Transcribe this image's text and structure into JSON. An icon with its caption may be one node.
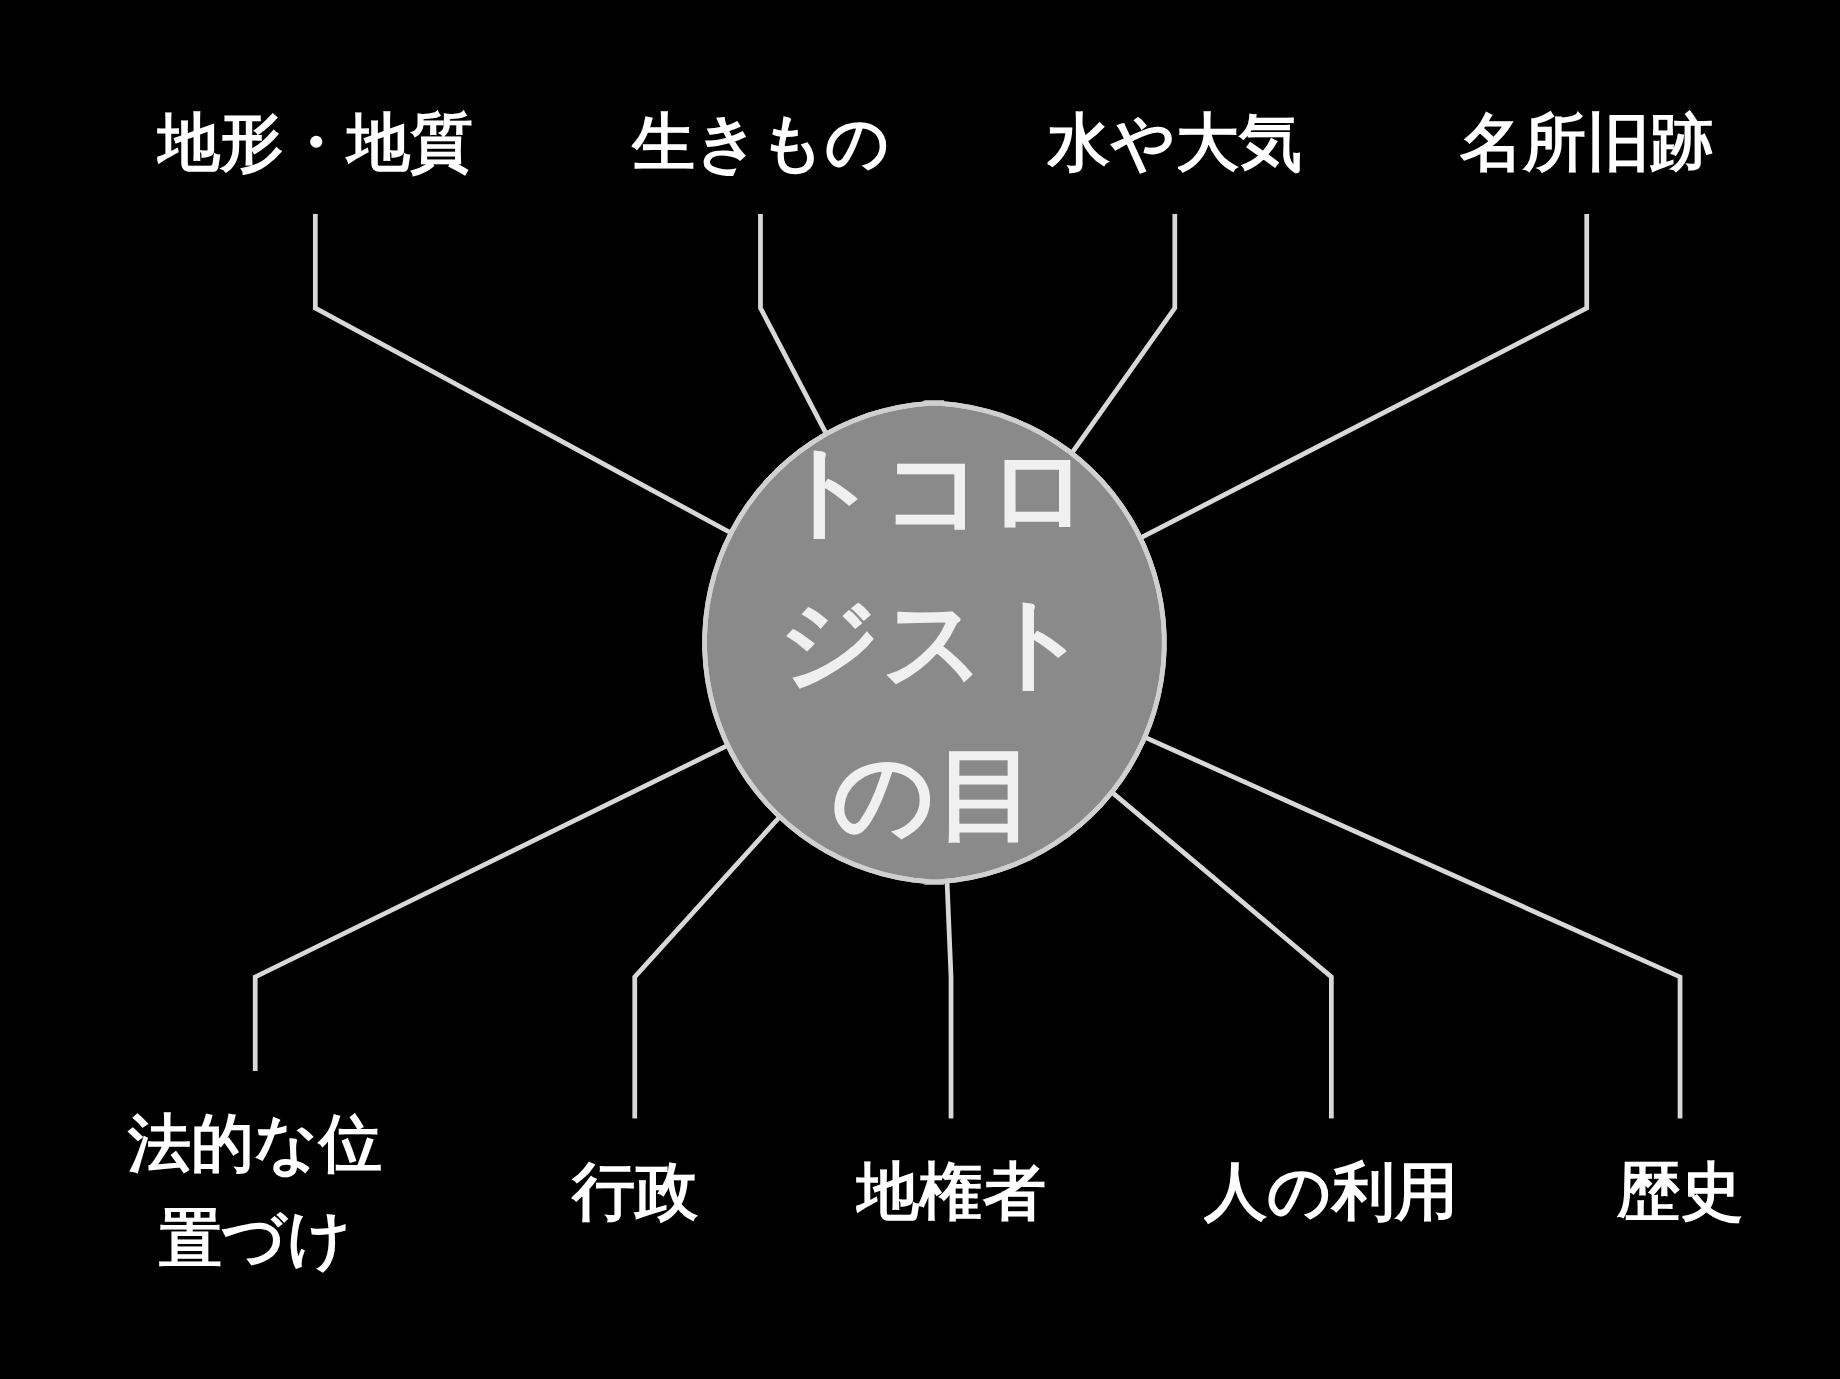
{
  "diagram": {
    "nodes": [
      {
        "text": [
          "生きもの"
        ]
      },
      {
        "text": [
          "地形・地質"
        ]
      },
      {
        "text": [
          "水や大気"
        ]
      },
      {
        "text": [
          "名所旧跡"
        ]
      },
      {
        "text": [
          "トコロジストの目"
        ]
      },
      {
        "text": [
          "歴史"
        ]
      },
      {
        "text": [
          "法的な位置づけ"
        ]
      },
      {
        "text": [
          "地権者"
        ]
      },
      {
        "text": [
          "人の利用"
        ]
      },
      {
        "text": [
          "行政"
        ]
      }
    ],
    "edges": [
      {
        "from": 1,
        "to": 4,
        "arrow": "none"
      },
      {
        "from": 0,
        "to": 4,
        "arrow": "none"
      },
      {
        "from": 2,
        "to": 4,
        "arrow": "none"
      },
      {
        "from": 3,
        "to": 4,
        "arrow": "none"
      },
      {
        "from": 4,
        "to": 6,
        "arrow": "none"
      },
      {
        "from": 4,
        "to": 9,
        "arrow": "none"
      },
      {
        "from": 4,
        "to": 7,
        "arrow": "none"
      },
      {
        "from": 4,
        "to": 8,
        "arrow": "none"
      },
      {
        "from": 4,
        "to": 5,
        "arrow": "none"
      }
    ]
  }
}
